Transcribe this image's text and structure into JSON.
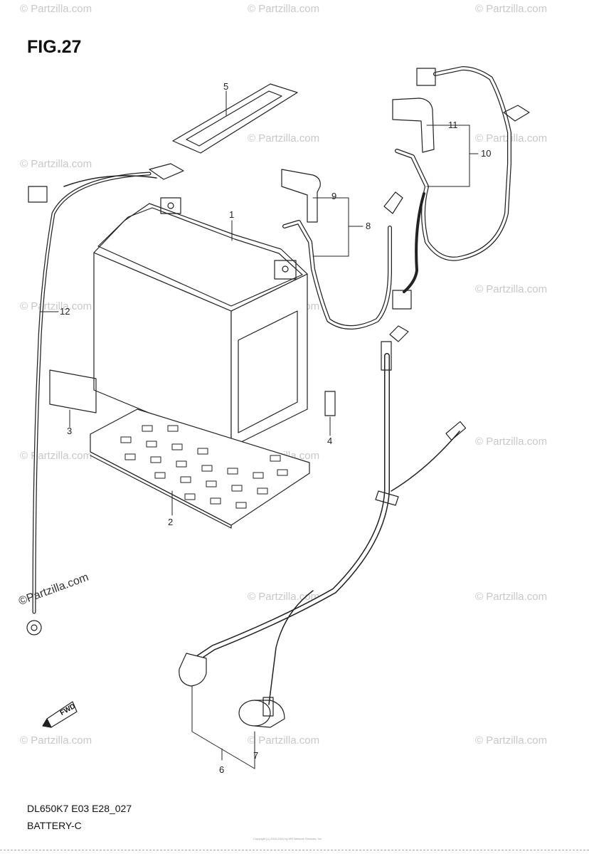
{
  "figure": {
    "title": "FIG.27",
    "model_code": "DL650K7 E03 E28_027",
    "section_name": "BATTERY-C"
  },
  "callouts": [
    "1",
    "2",
    "3",
    "4",
    "5",
    "6",
    "7",
    "8",
    "9",
    "10",
    "11",
    "12"
  ],
  "watermark": {
    "text": "© Partzilla.com",
    "big_text": "©Partzilla.com"
  },
  "fwd_label": "FWD",
  "copyright": "Copyright (c) 2004-2024 by ARI Network Services, Inc."
}
